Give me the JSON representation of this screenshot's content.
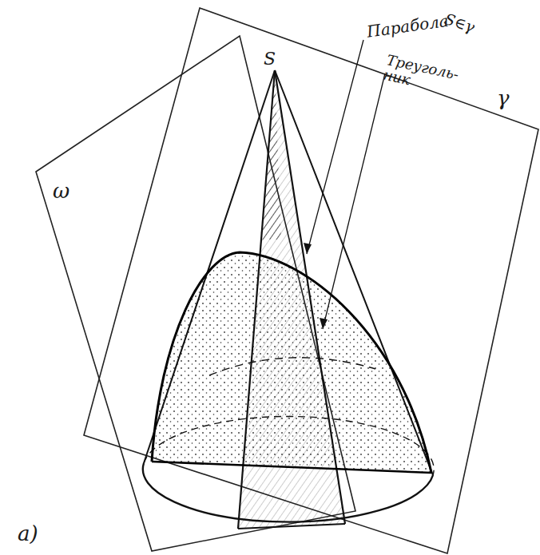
{
  "diagram": {
    "labels": [
      "S∈γ",
      "S",
      "γ",
      "ω",
      "Парабола",
      "Треуголь- ник",
      "а)"
    ]
  }
}
